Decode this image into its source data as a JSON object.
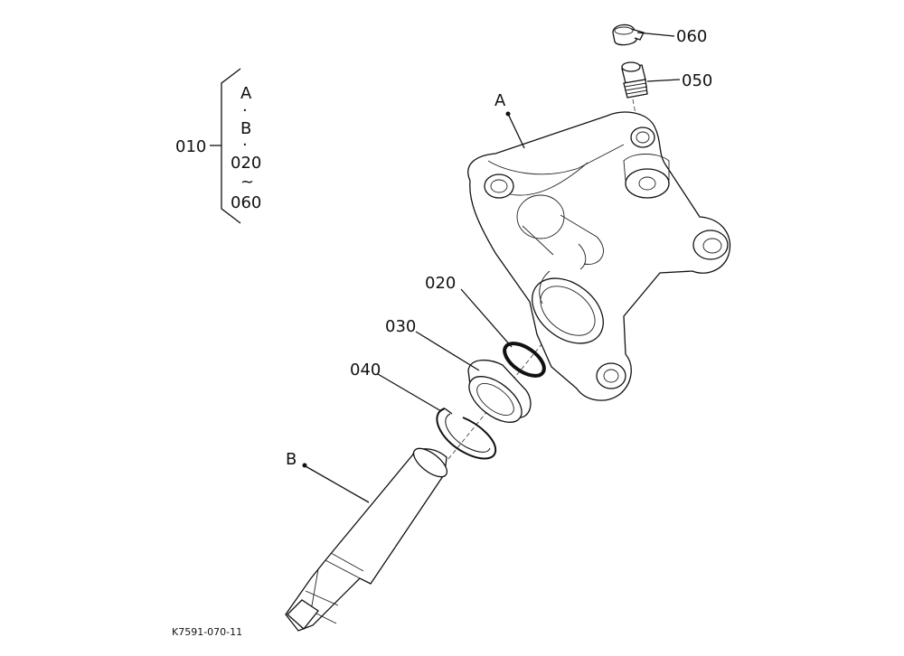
{
  "drawing_code": "K7591-070-11",
  "assembly": {
    "number": "010",
    "contents": [
      "A",
      "·",
      "B",
      "·",
      "020",
      "~",
      "060"
    ]
  },
  "parts": {
    "p020": "020",
    "p030": "030",
    "p040": "040",
    "p050": "050",
    "p060": "060",
    "pA": "A",
    "pB": "B"
  }
}
